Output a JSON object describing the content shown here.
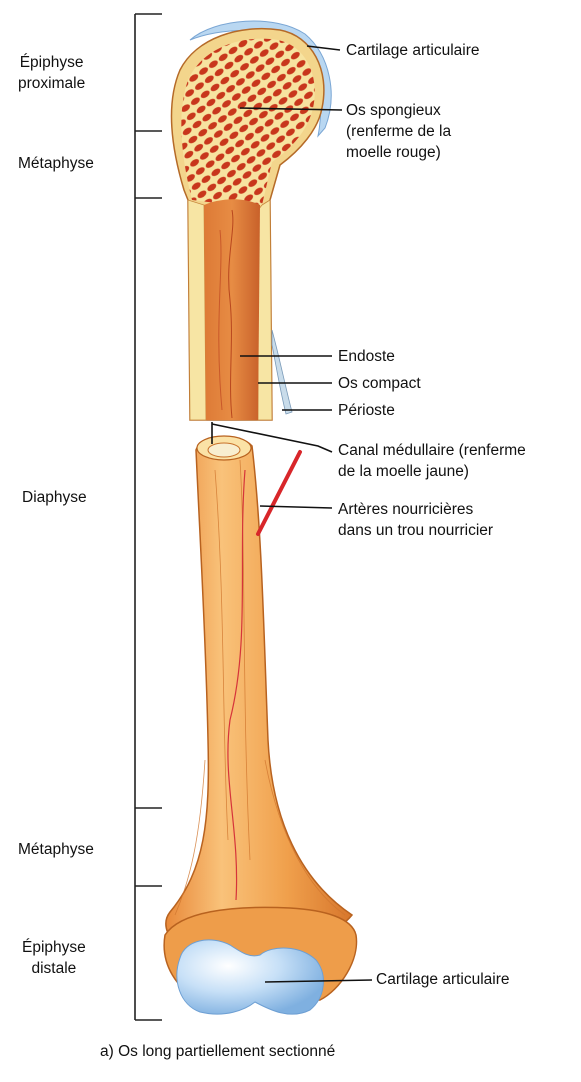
{
  "regions": {
    "epiphyse_proximale": [
      "Épiphyse",
      "proximale"
    ],
    "metaphyse_top": "Métaphyse",
    "diaphyse": "Diaphyse",
    "metaphyse_bottom": "Métaphyse",
    "epiphyse_distale": [
      "Épiphyse",
      "distale"
    ]
  },
  "labels": {
    "cartilage_top": "Cartilage articulaire",
    "os_spongieux": [
      "Os spongieux",
      "(renferme de la",
      "moelle rouge)"
    ],
    "endoste": "Endoste",
    "os_compact": "Os compact",
    "perioste": "Périoste",
    "canal": [
      "Canal médullaire (renferme",
      "de la moelle jaune)"
    ],
    "arteres": [
      "Artères nourricières",
      "dans un trou nourricier"
    ],
    "cartilage_bottom": "Cartilage articulaire"
  },
  "caption": "a) Os long partiellement sectionné",
  "colors": {
    "bone": "#f2a64e",
    "bone_dark": "#d9772a",
    "marrow_red": "#c8361c",
    "compact": "#f8e6a6",
    "cartilage": "#a9cdf0",
    "artery": "#d8262a"
  }
}
